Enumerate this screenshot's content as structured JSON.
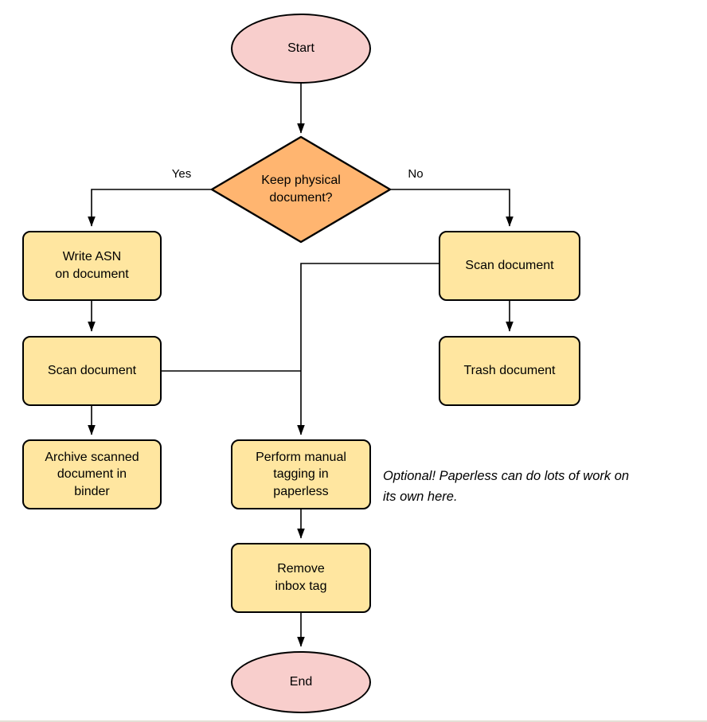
{
  "diagram": {
    "nodes": {
      "start": "Start",
      "decision": "Keep physical\ndocument?",
      "write_asn": "Write ASN\non document",
      "scan_left": "Scan document",
      "archive": "Archive scanned\ndocument in\nbinder",
      "scan_right": "Scan document",
      "trash": "Trash document",
      "tagging": "Perform manual\ntagging in\npaperless",
      "remove_inbox": "Remove\ninbox tag",
      "end": "End"
    },
    "edge_labels": {
      "yes": "Yes",
      "no": "No"
    },
    "annotation": "Optional! Paperless can do lots of work on\nits own here.",
    "colors": {
      "terminal_fill": "#f8cecc",
      "decision_fill": "#ffb570",
      "process_fill": "#ffe6a0",
      "stroke": "#000000",
      "background": "#ffffff"
    }
  }
}
